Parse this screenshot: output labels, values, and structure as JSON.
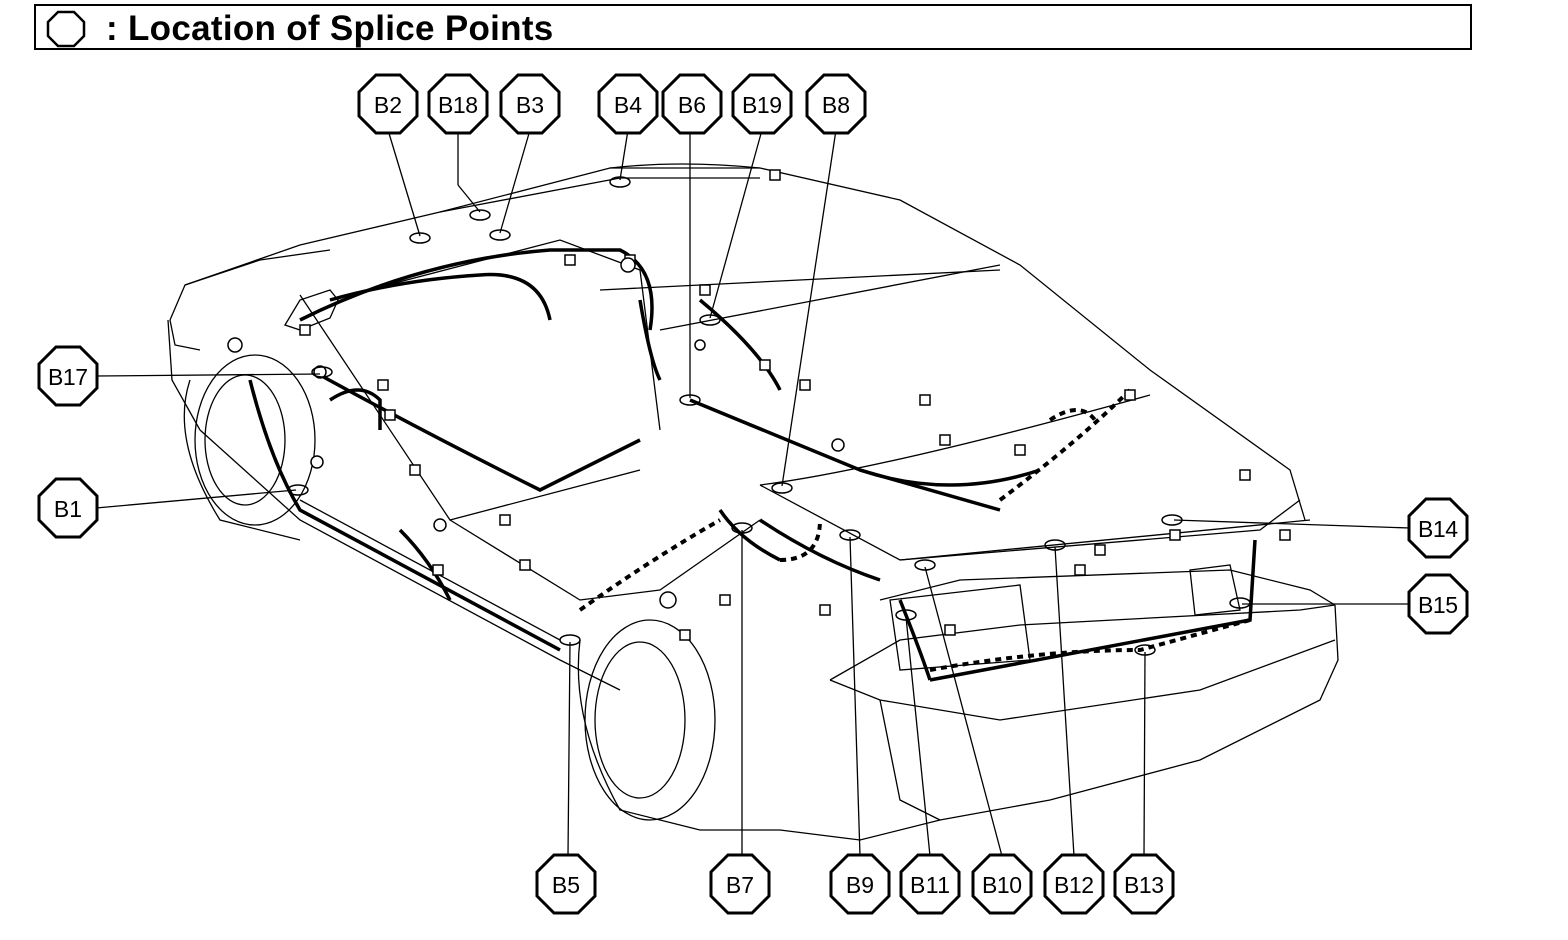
{
  "title": ": Location of Splice Points",
  "legend_icon": "octagon-icon",
  "splice_points": [
    {
      "id": "B2",
      "label": "B2"
    },
    {
      "id": "B18",
      "label": "B18"
    },
    {
      "id": "B3",
      "label": "B3"
    },
    {
      "id": "B4",
      "label": "B4"
    },
    {
      "id": "B6",
      "label": "B6"
    },
    {
      "id": "B19",
      "label": "B19"
    },
    {
      "id": "B8",
      "label": "B8"
    },
    {
      "id": "B17",
      "label": "B17"
    },
    {
      "id": "B1",
      "label": "B1"
    },
    {
      "id": "B14",
      "label": "B14"
    },
    {
      "id": "B15",
      "label": "B15"
    },
    {
      "id": "B5",
      "label": "B5"
    },
    {
      "id": "B7",
      "label": "B7"
    },
    {
      "id": "B9",
      "label": "B9"
    },
    {
      "id": "B11",
      "label": "B11"
    },
    {
      "id": "B10",
      "label": "B10"
    },
    {
      "id": "B12",
      "label": "B12"
    },
    {
      "id": "B13",
      "label": "B13"
    }
  ]
}
